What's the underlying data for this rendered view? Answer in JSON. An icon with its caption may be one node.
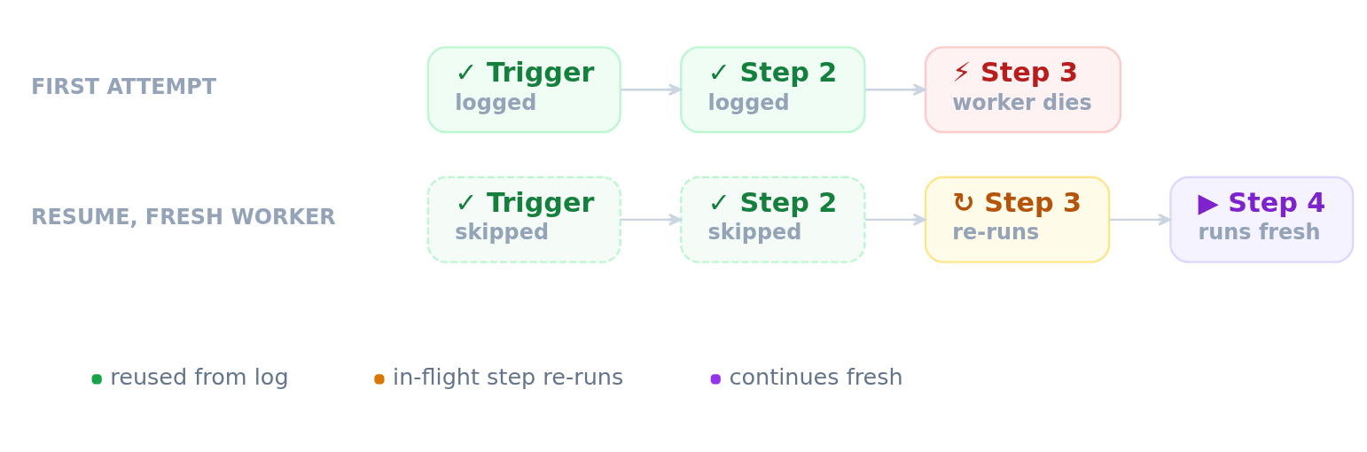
{
  "diagram": {
    "nodes": [
      {
        "text": [
          "✓ Trigger",
          "logged"
        ]
      },
      {
        "text": [
          "✓ Step 2",
          "logged"
        ]
      },
      {
        "text": [
          "⚡ Step 3",
          "worker dies"
        ]
      },
      {
        "text": [
          "✓ Trigger",
          "skipped"
        ]
      },
      {
        "text": [
          "✓ Step 2",
          "skipped"
        ]
      },
      {
        "text": [
          "↻ Step 3",
          "re-runs"
        ]
      },
      {
        "text": [
          "▶ Step 4",
          "runs fresh"
        ]
      }
    ],
    "edges": [
      {
        "from": 0,
        "to": 1,
        "arrow": "to"
      },
      {
        "from": 1,
        "to": 2,
        "arrow": "to"
      },
      {
        "from": 3,
        "to": 4,
        "arrow": "to"
      },
      {
        "from": 4,
        "to": 5,
        "arrow": "to"
      },
      {
        "from": 5,
        "to": 6,
        "arrow": "to"
      }
    ],
    "labels": [
      "FIRST ATTEMPT",
      "RESUME, FRESH WORKER"
    ],
    "legend": [
      {
        "text": "reused from log",
        "color": "#16a34a"
      },
      {
        "text": "in-flight step re-runs",
        "color": "#d97706"
      },
      {
        "text": "continues fresh",
        "color": "#9333ea"
      }
    ]
  }
}
